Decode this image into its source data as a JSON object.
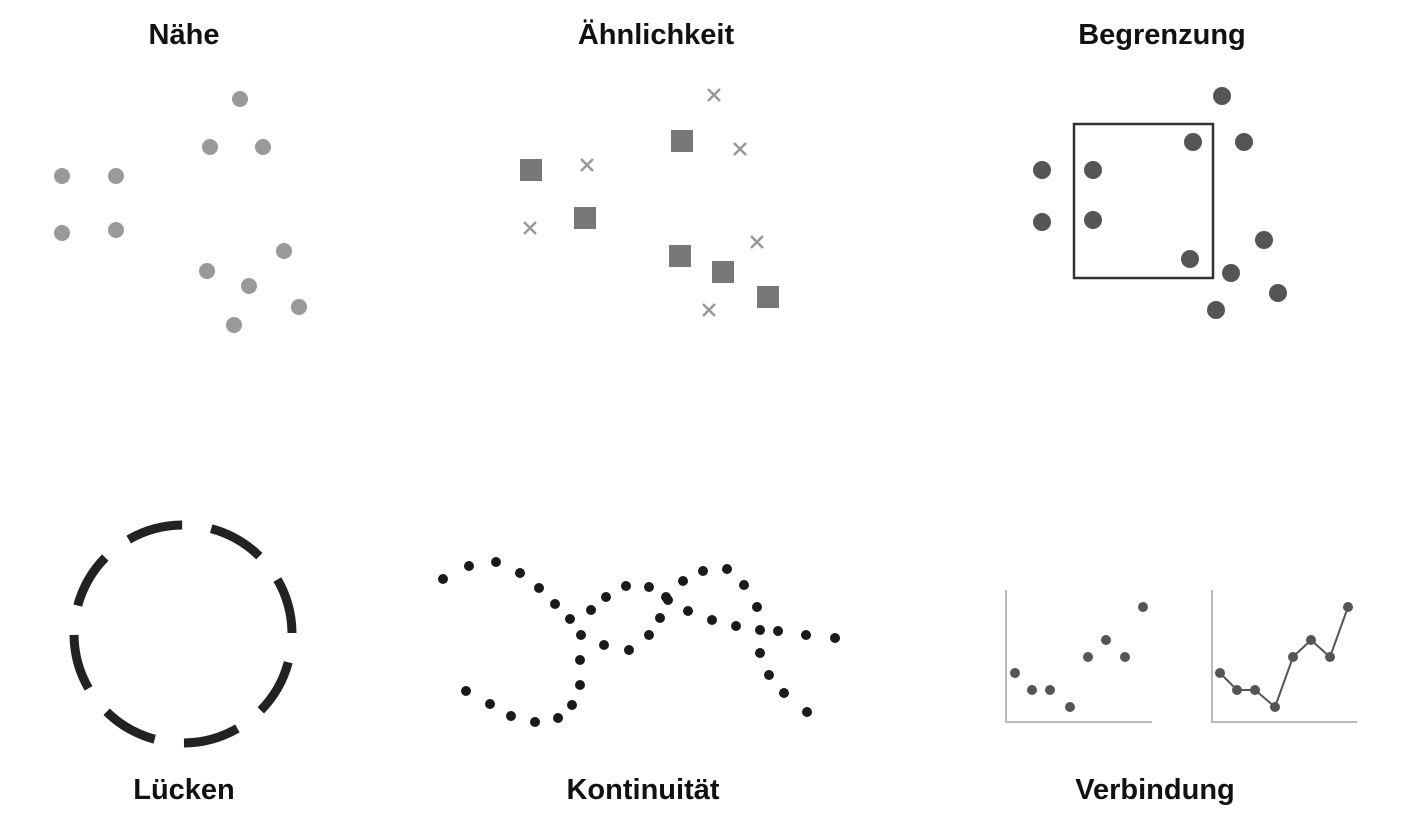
{
  "panels": {
    "proximity": {
      "title": "Nähe"
    },
    "similarity": {
      "title": "Ähnlichkeit"
    },
    "enclosure": {
      "title": "Begrenzung"
    },
    "closure": {
      "title": "Lücken"
    },
    "continuity": {
      "title": "Kontinuität"
    },
    "connection": {
      "title": "Verbindung"
    }
  },
  "colors": {
    "light_gray": "#999999",
    "mid_gray": "#777777",
    "dark_gray": "#555555",
    "black": "#1a1a1a"
  }
}
